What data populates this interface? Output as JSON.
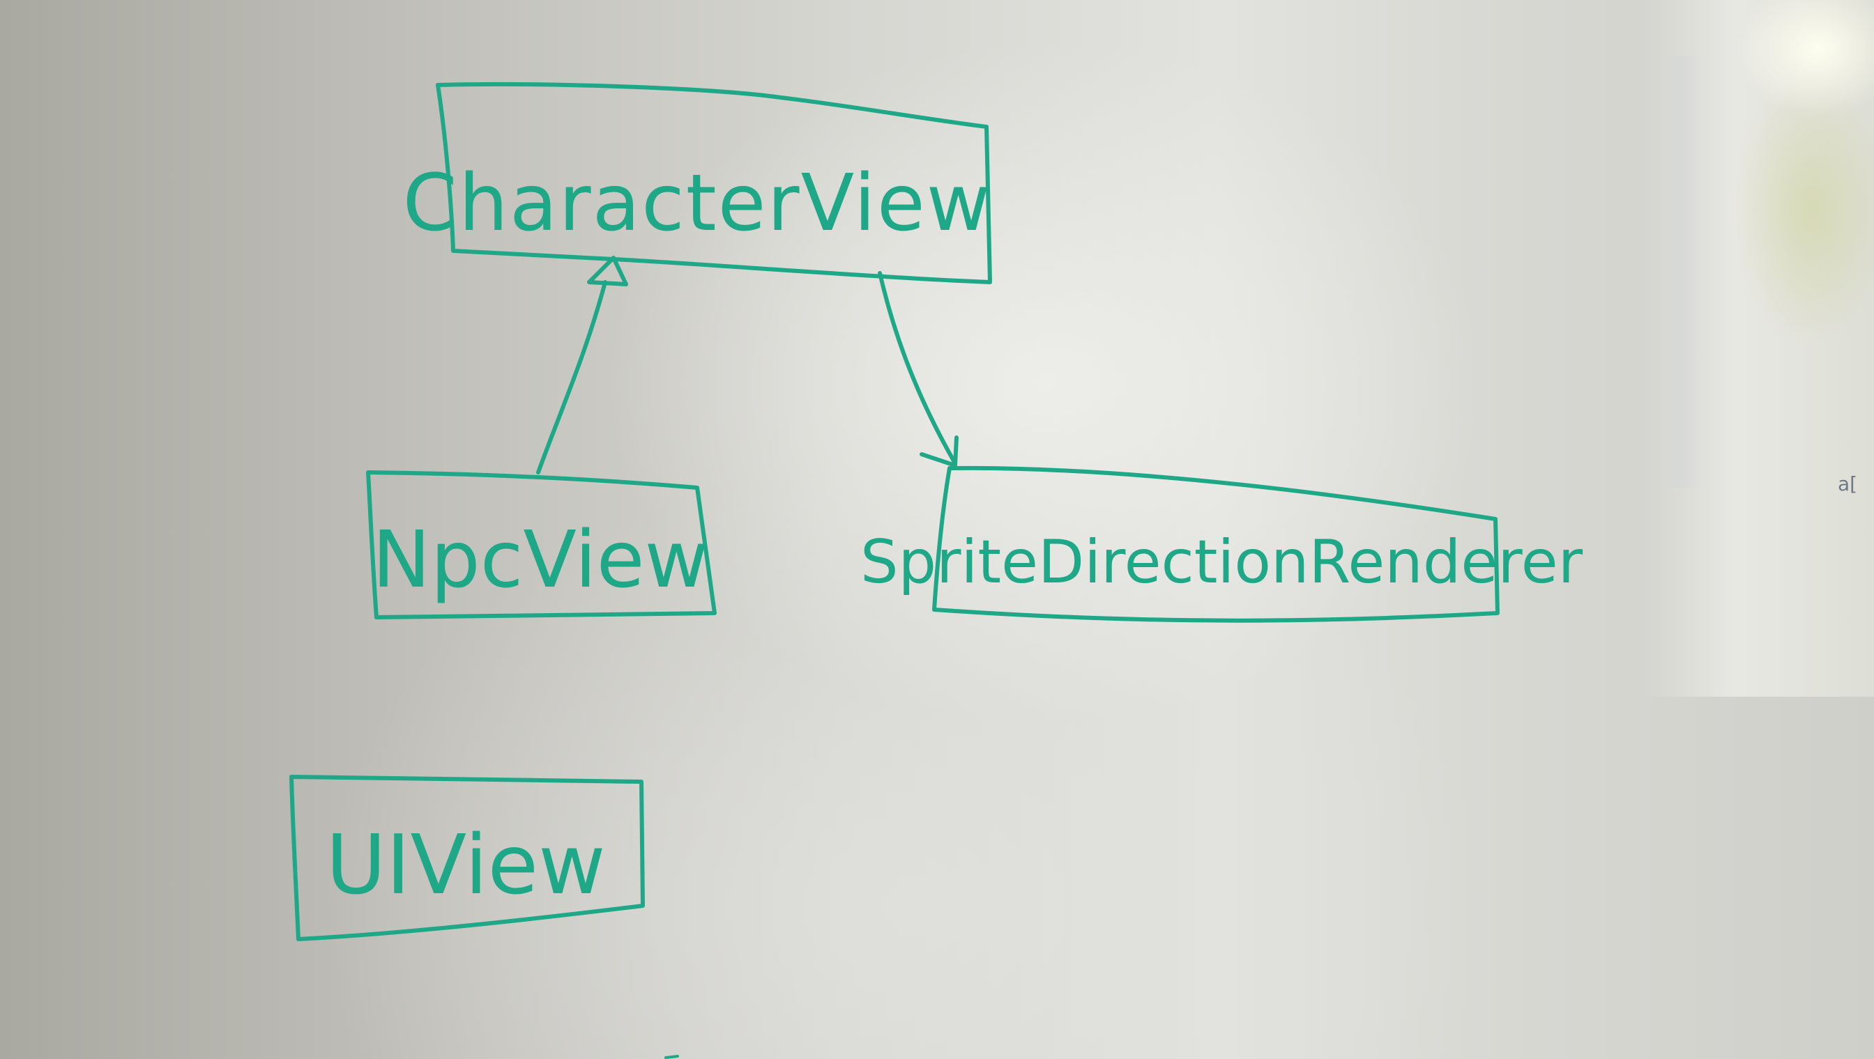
{
  "diagram": {
    "nodes": [
      {
        "id": "character-view",
        "label": "CharacterView"
      },
      {
        "id": "npc-view",
        "label": "NpcView"
      },
      {
        "id": "sprite-direction-renderer",
        "label": "SpriteDirectionRenderer"
      },
      {
        "id": "ui-view",
        "label": "UIView"
      }
    ],
    "edges": [
      {
        "from": "npc-view",
        "to": "character-view",
        "kind": "inheritance (hollow arrowhead)"
      },
      {
        "from": "character-view",
        "to": "sprite-direction-renderer",
        "kind": "association (open arrowhead)"
      }
    ],
    "ink_color": "#1fa887"
  },
  "corner_note": "a["
}
